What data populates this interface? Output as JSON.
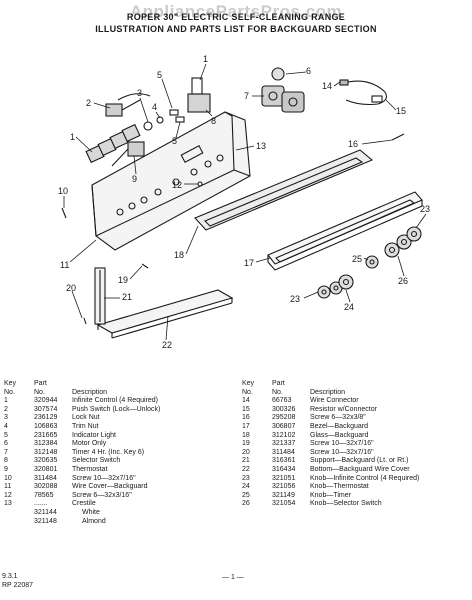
{
  "header": {
    "watermark": "AppliancePartsPros.com",
    "title_line1": "ROPER 30\" ELECTRIC SELF-CLEANING RANGE",
    "title_line2": "ILLUSTRATION AND PARTS LIST FOR BACKGUARD SECTION"
  },
  "callouts": {
    "n1": "1",
    "n2": "2",
    "n3": "3",
    "n4": "4",
    "n5": "5",
    "n6": "6",
    "n7": "7",
    "n8": "8",
    "n9": "9",
    "n10": "10",
    "n11": "11",
    "n12": "12",
    "n13": "13",
    "n14": "14",
    "n15": "15",
    "n16": "16",
    "n17": "17",
    "n18": "18",
    "n19": "19",
    "n20": "20",
    "n21": "21",
    "n22": "22",
    "n23": "23",
    "n24": "24",
    "n25": "25",
    "n26": "26"
  },
  "table_headers": {
    "key_line1": "Key",
    "key_line2": "No.",
    "part_line1": "Part",
    "part_line2": "No.",
    "description": "Description"
  },
  "parts_left": [
    {
      "key": "1",
      "part": "320944",
      "desc": "Infinite Control (4 Required)"
    },
    {
      "key": "2",
      "part": "307574",
      "desc": "Push Switch (Lock—Unlock)"
    },
    {
      "key": "3",
      "part": "236129",
      "desc": "Lock Nut"
    },
    {
      "key": "4",
      "part": "106863",
      "desc": "Trim Nut"
    },
    {
      "key": "5",
      "part": "231665",
      "desc": "Indicator Light"
    },
    {
      "key": "6",
      "part": "312384",
      "desc": "Motor Only"
    },
    {
      "key": "7",
      "part": "312148",
      "desc": "Timer 4 Hr. (Inc. Key 6)"
    },
    {
      "key": "8",
      "part": "320635",
      "desc": "Selector Switch"
    },
    {
      "key": "9",
      "part": "320801",
      "desc": "Thermostat"
    },
    {
      "key": "10",
      "part": "311484",
      "desc": "Screw 10—32x7/16\""
    },
    {
      "key": "11",
      "part": "302088",
      "desc": "Wire Cover—Backguard"
    },
    {
      "key": "12",
      "part": "78565",
      "desc": "Screw 6—32x3/16\""
    },
    {
      "key": "13",
      "part": ".......",
      "desc": "Crestile"
    },
    {
      "key": "",
      "part": "321144",
      "desc": "White",
      "indent": true
    },
    {
      "key": "",
      "part": "321148",
      "desc": "Almond",
      "indent": true
    }
  ],
  "parts_right": [
    {
      "key": "14",
      "part": "66763",
      "desc": "Wire Connector"
    },
    {
      "key": "15",
      "part": "300326",
      "desc": "Resistor w/Connector"
    },
    {
      "key": "16",
      "part": "295208",
      "desc": "Screw 6—32x3/8\""
    },
    {
      "key": "17",
      "part": "306807",
      "desc": "Bezel—Backguard"
    },
    {
      "key": "18",
      "part": "312102",
      "desc": "Glass—Backguard"
    },
    {
      "key": "19",
      "part": "321337",
      "desc": "Screw 10—32x7/16\""
    },
    {
      "key": "20",
      "part": "311484",
      "desc": "Screw 10—32x7/16\""
    },
    {
      "key": "21",
      "part": "316361",
      "desc": "Support—Backguard (Lt. or Rt.)"
    },
    {
      "key": "22",
      "part": "316434",
      "desc": "Bottom—Backguard Wire Cover"
    },
    {
      "key": "23",
      "part": "321051",
      "desc": "Knob—Infinite Control (4 Required)"
    },
    {
      "key": "24",
      "part": "321056",
      "desc": "Knob—Thermostat"
    },
    {
      "key": "25",
      "part": "321149",
      "desc": "Knob—Timer"
    },
    {
      "key": "26",
      "part": "321054",
      "desc": "Knob—Selector Switch"
    }
  ],
  "footer": {
    "code1": "9.3.1",
    "code2": "RP 22087",
    "page": "— 1 —"
  }
}
